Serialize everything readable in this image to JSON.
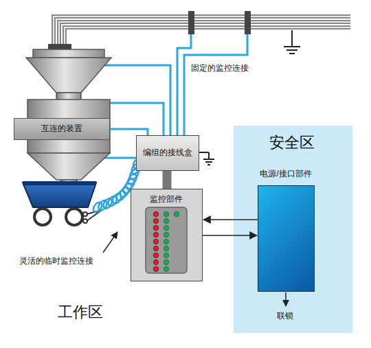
{
  "diagram": {
    "nodes": [
      {
        "text": [
          "互连的装置"
        ]
      },
      {
        "text": [
          "编组的接线盒"
        ]
      },
      {
        "text": [
          "监控部件"
        ]
      },
      {
        "text": [
          "安全区"
        ]
      },
      {
        "text": [
          "电源/接口部件"
        ],
        "in": 3
      }
    ],
    "edges": [
      {
        "from": 0,
        "to": 1,
        "arrow": "none"
      },
      {
        "from": 1,
        "to": 2,
        "arrow": "none"
      },
      {
        "from": 4,
        "to": 2,
        "arrow": "to"
      },
      {
        "from": 2,
        "to": 4,
        "arrow": "to"
      }
    ],
    "labels": [
      "固定的监控连接",
      "灵活的临时监控连接",
      "工作区",
      "联锁"
    ]
  }
}
